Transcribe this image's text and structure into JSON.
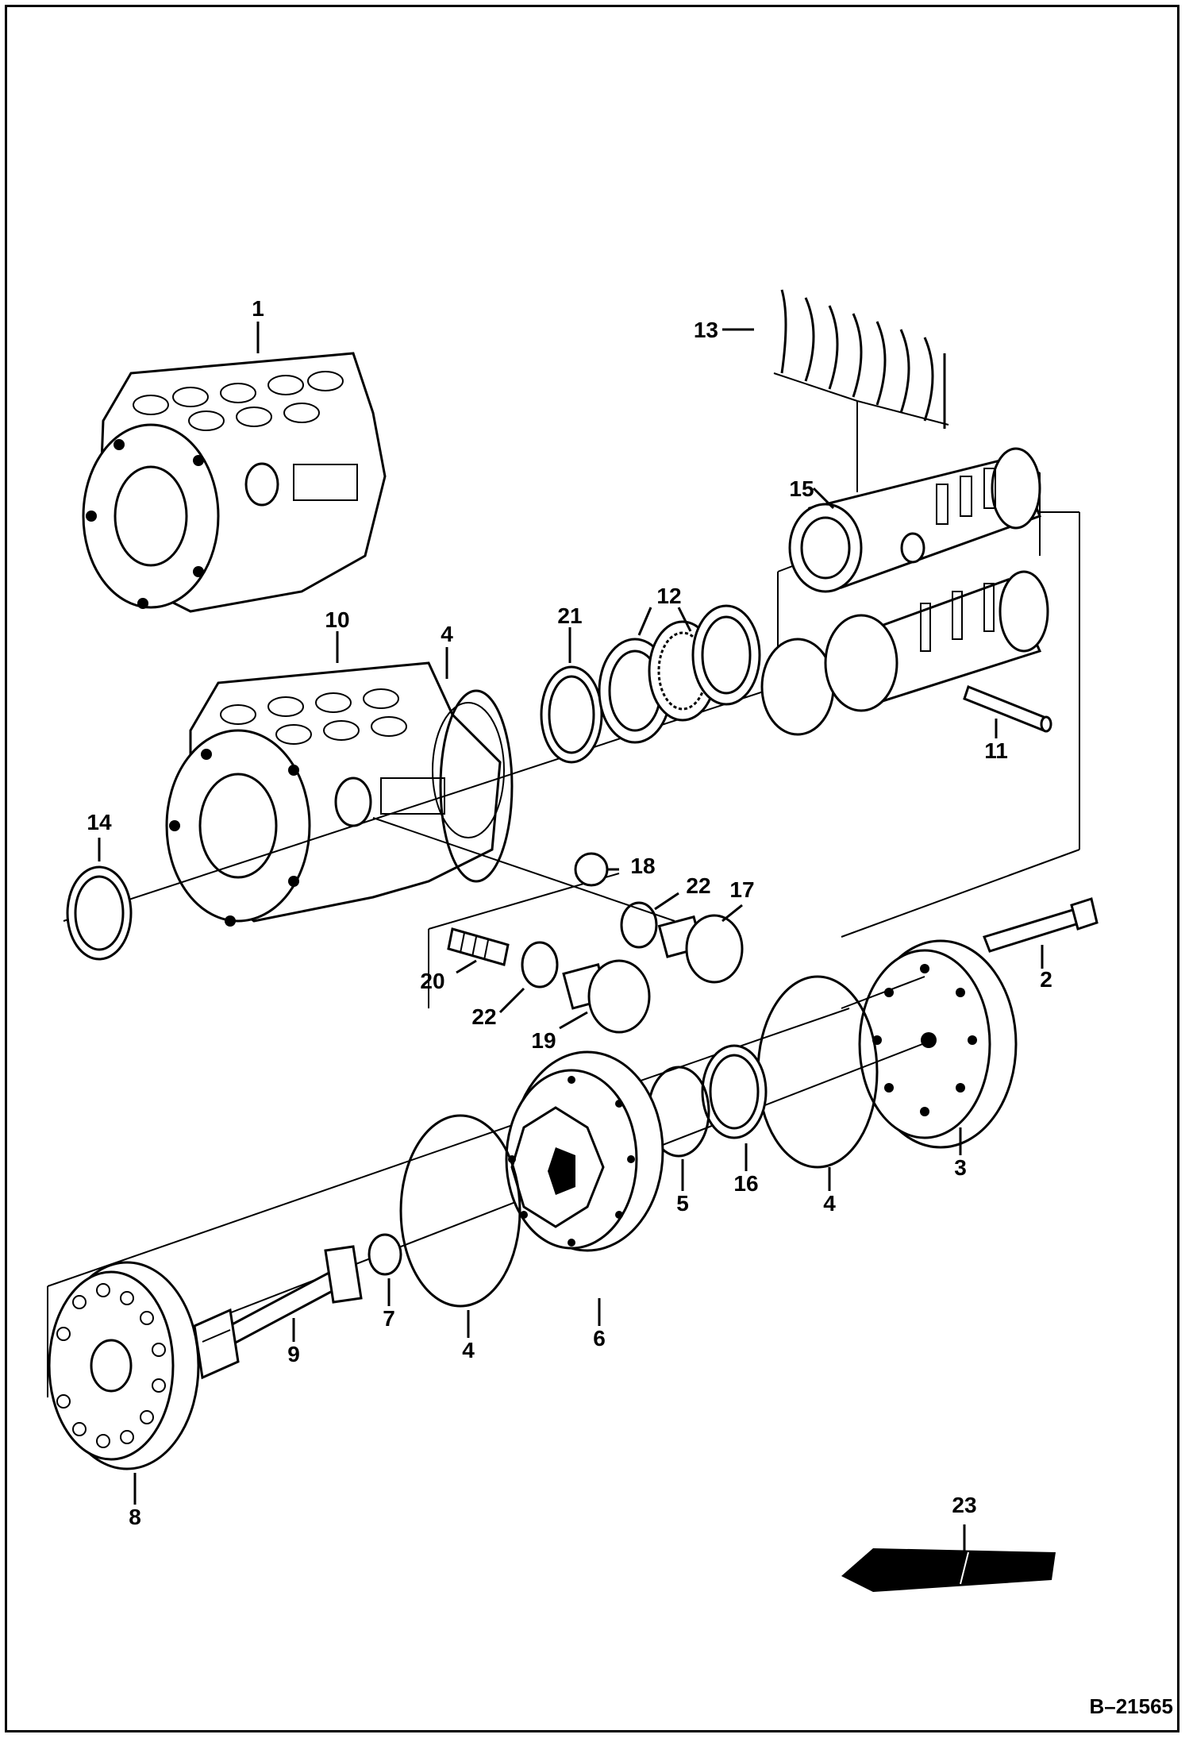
{
  "drawing": {
    "reference": "B–21565"
  },
  "callouts": [
    {
      "id": "c1",
      "text": "1"
    },
    {
      "id": "c2",
      "text": "2"
    },
    {
      "id": "c3",
      "text": "3"
    },
    {
      "id": "c4a",
      "text": "4"
    },
    {
      "id": "c4b",
      "text": "4"
    },
    {
      "id": "c4c",
      "text": "4"
    },
    {
      "id": "c5",
      "text": "5"
    },
    {
      "id": "c6",
      "text": "6"
    },
    {
      "id": "c7",
      "text": "7"
    },
    {
      "id": "c8",
      "text": "8"
    },
    {
      "id": "c9",
      "text": "9"
    },
    {
      "id": "c10",
      "text": "10"
    },
    {
      "id": "c11",
      "text": "11"
    },
    {
      "id": "c12",
      "text": "12"
    },
    {
      "id": "c13",
      "text": "13"
    },
    {
      "id": "c14",
      "text": "14"
    },
    {
      "id": "c15",
      "text": "15"
    },
    {
      "id": "c16",
      "text": "16"
    },
    {
      "id": "c17",
      "text": "17"
    },
    {
      "id": "c18",
      "text": "18"
    },
    {
      "id": "c19",
      "text": "19"
    },
    {
      "id": "c20",
      "text": "20"
    },
    {
      "id": "c21",
      "text": "21"
    },
    {
      "id": "c22a",
      "text": "22"
    },
    {
      "id": "c22b",
      "text": "22"
    },
    {
      "id": "c23",
      "text": "23"
    }
  ]
}
